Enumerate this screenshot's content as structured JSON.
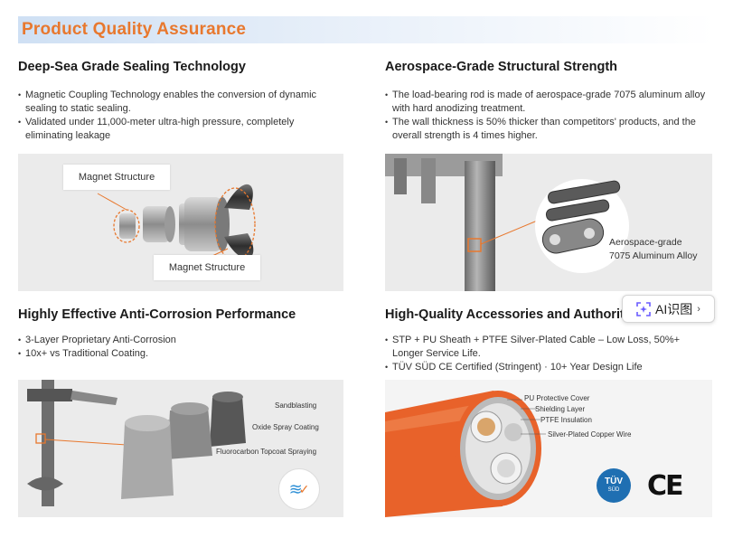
{
  "header": {
    "title": "Product Quality Assurance"
  },
  "sections": [
    {
      "title": "Deep-Sea Grade Sealing Technology",
      "bullets": [
        "Magnetic Coupling Technology enables the conversion of dynamic sealing to static sealing.",
        "Validated under 11,000-meter ultra-high pressure, completely eliminating leakage"
      ],
      "labels": [
        "Magnet Structure",
        "Magnet Structure"
      ]
    },
    {
      "title": "Aerospace-Grade Structural Strength",
      "bullets": [
        "The load-bearing rod is made of aerospace-grade 7075 aluminum alloy with hard anodizing treatment.",
        "The wall thickness is 50% thicker than competitors' products, and the overall strength is 4 times higher."
      ],
      "labels": [
        "Aerospace-grade",
        "7075 Aluminum Alloy"
      ]
    },
    {
      "title": "Highly Effective Anti-Corrosion Performance",
      "bullets": [
        "3-Layer Proprietary Anti-Corrosion",
        "10x+ vs Traditional Coating."
      ],
      "labels": [
        "Sandblasting",
        "Oxide Spray Coating",
        "Fluorocarbon Topcoat Spraying"
      ]
    },
    {
      "title": "High-Quality Accessories and Authoritative Certifications",
      "bullets": [
        "STP + PU Sheath + PTFE Silver-Plated Cable – Low Loss, 50%+ Longer Service Life.",
        "TÜV SÜD CE Certified (Stringent) · 10+ Year Design Life"
      ],
      "labels": [
        "PU Protective Cover",
        "Shielding Layer",
        "PTFE Insulation",
        "Silver-Plated Copper Wire"
      ],
      "badges": [
        "TÜV",
        "SÜD",
        "CE"
      ]
    }
  ],
  "widget": {
    "label": "AI识图"
  },
  "colors": {
    "accent": "#e8782e",
    "cable": "#e8622a",
    "tuv": "#1f6fb2",
    "panel": "#ebebeb"
  }
}
